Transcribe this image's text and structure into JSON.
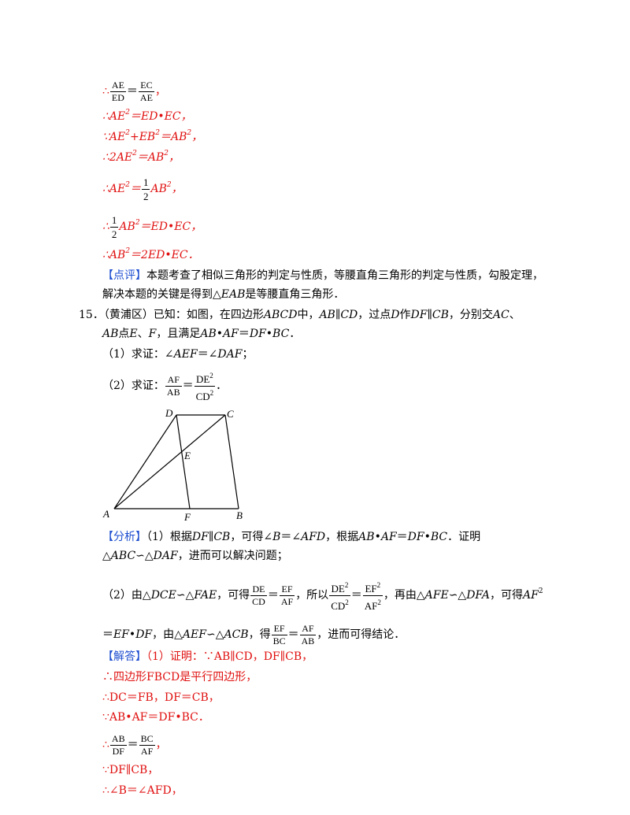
{
  "l1_therefore": "∴",
  "l1_f1_num": "AE",
  "l1_f1_den": "ED",
  "l1_eq": "＝",
  "l1_f2_num": "EC",
  "l1_f2_den": "AE",
  "l1_tail": "，",
  "l2_a": "∴AE",
  "l2_b": "2",
  "l2_c": "＝ED•EC，",
  "l3_a": "∵AE",
  "l3_b": "2",
  "l3_c": "+EB",
  "l3_d": "2",
  "l3_e": "＝AB",
  "l3_f": "2",
  "l3_g": "，",
  "l4_a": "∴2AE",
  "l4_b": "2",
  "l4_c": "＝AB",
  "l4_d": "2",
  "l4_e": "，",
  "l5_a": "∴AE",
  "l5_b": "2",
  "l5_c": "＝",
  "l5_fnum": "1",
  "l5_fden": "2",
  "l5_d": "AB",
  "l5_e": "2",
  "l5_f": "，",
  "l6_a": "∴",
  "l6_fnum": "1",
  "l6_fden": "2",
  "l6_b": "AB",
  "l6_c": "2",
  "l6_d": "＝ED•EC，",
  "l7_a": "∴AB",
  "l7_b": "2",
  "l7_c": "＝2ED•EC．",
  "dianping_tag": "【点评】",
  "dianping_1": "本题考查了相似三角形的判定与性质，等腰直角三角形的判定与性质，勾股定理，",
  "dianping_2a": "解决本题的关键是得到△",
  "dianping_2b": "EAB",
  "dianping_2c": "是等腰直角三角形．",
  "q_num": "15．",
  "q_1a": "（黄浦区）已知：如图，在四边形",
  "q_1b": "ABCD",
  "q_1c": "中，",
  "q_1d": "AB",
  "q_1e": "∥",
  "q_1f": "CD",
  "q_1g": "，过点",
  "q_1h": "D",
  "q_1i": "作",
  "q_1j": "DF",
  "q_1k": "∥",
  "q_1l": "CB",
  "q_1m": "，分别交",
  "q_1n": "AC",
  "q_1o": "、",
  "q_2a": "AB",
  "q_2b": "点",
  "q_2c": "E",
  "q_2d": "、",
  "q_2e": "F",
  "q_2f": "，且满足",
  "q_2g": "AB•AF",
  "q_2h": "＝",
  "q_2i": "DF•BC",
  "q_2j": "．",
  "q_p1a": "（1）求证：∠",
  "q_p1b": "AEF",
  "q_p1c": "＝∠",
  "q_p1d": "DAF",
  "q_p1e": "；",
  "q_p2a": "（2）求证：",
  "q_p2_f1num": "AF",
  "q_p2_f1den": "AB",
  "q_p2_eq": "＝",
  "q_p2_f2num": "DE",
  "q_p2_f2numsup": "2",
  "q_p2_f2den": "CD",
  "q_p2_f2densup": "2",
  "q_p2b": "．",
  "fig": {
    "A": "A",
    "B": "B",
    "C": "C",
    "D": "D",
    "E": "E",
    "F": "F"
  },
  "fx_tag": "【分析】",
  "fx_1a": "（1）根据",
  "fx_1b": "DF",
  "fx_1c": "∥",
  "fx_1d": "CB",
  "fx_1e": "，可得∠",
  "fx_1f": "B",
  "fx_1g": "＝∠",
  "fx_1h": "AFD",
  "fx_1i": "，根据",
  "fx_1j": "AB•AF",
  "fx_1k": "＝",
  "fx_1l": "DF•BC",
  "fx_1m": "．证明",
  "fx_2a": "△",
  "fx_2b": "ABC",
  "fx_2c": "∽△",
  "fx_2d": "DAF",
  "fx_2e": "，进而可以解决问题；",
  "fx_3a": "（2）由△",
  "fx_3b": "DCE",
  "fx_3c": "∽△",
  "fx_3d": "FAE",
  "fx_3e": "，可得",
  "fx_3_f1num": "DE",
  "fx_3_f1den": "CD",
  "fx_3_eq": "＝",
  "fx_3_f2num": "EF",
  "fx_3_f2den": "AF",
  "fx_3f": "，所以",
  "fx_3_f3num": "DE",
  "fx_3_f3numsup": "2",
  "fx_3_f3den": "CD",
  "fx_3_f3densup": "2",
  "fx_3_eq2": "＝",
  "fx_3_f4num": "EF",
  "fx_3_f4numsup": "2",
  "fx_3_f4den": "AF",
  "fx_3_f4densup": "2",
  "fx_3g": "，再由△",
  "fx_3h": "AFE",
  "fx_3i": "∽△",
  "fx_3j": "DFA",
  "fx_3k": "，可得",
  "fx_3l": "AF",
  "fx_3m": "2",
  "fx_4a": "＝",
  "fx_4b": "EF•DF",
  "fx_4c": "，由△",
  "fx_4d": "AEF",
  "fx_4e": "∽△",
  "fx_4f": "ACB",
  "fx_4g": "，得",
  "fx_4_f1num": "EF",
  "fx_4_f1den": "BC",
  "fx_4_eq": "＝",
  "fx_4_f2num": "AF",
  "fx_4_f2den": "AB",
  "fx_4h": "，进而可得结论．",
  "jd_tag": "【解答】",
  "jd_1": "（1）证明：∵AB∥CD，DF∥CB，",
  "jd_2": "∴四边形FBCD是平行四边形，",
  "jd_3": "∴DC＝FB，DF＝CB，",
  "jd_4": "∵AB•AF＝DF•BC．",
  "jd_5a": "∴",
  "jd_5_f1num": "AB",
  "jd_5_f1den": "DF",
  "jd_5_eq": "＝",
  "jd_5_f2num": "BC",
  "jd_5_f2den": "AF",
  "jd_5b": "，",
  "jd_6": "∵DF∥CB，",
  "jd_7": "∴∠B＝∠AFD，"
}
